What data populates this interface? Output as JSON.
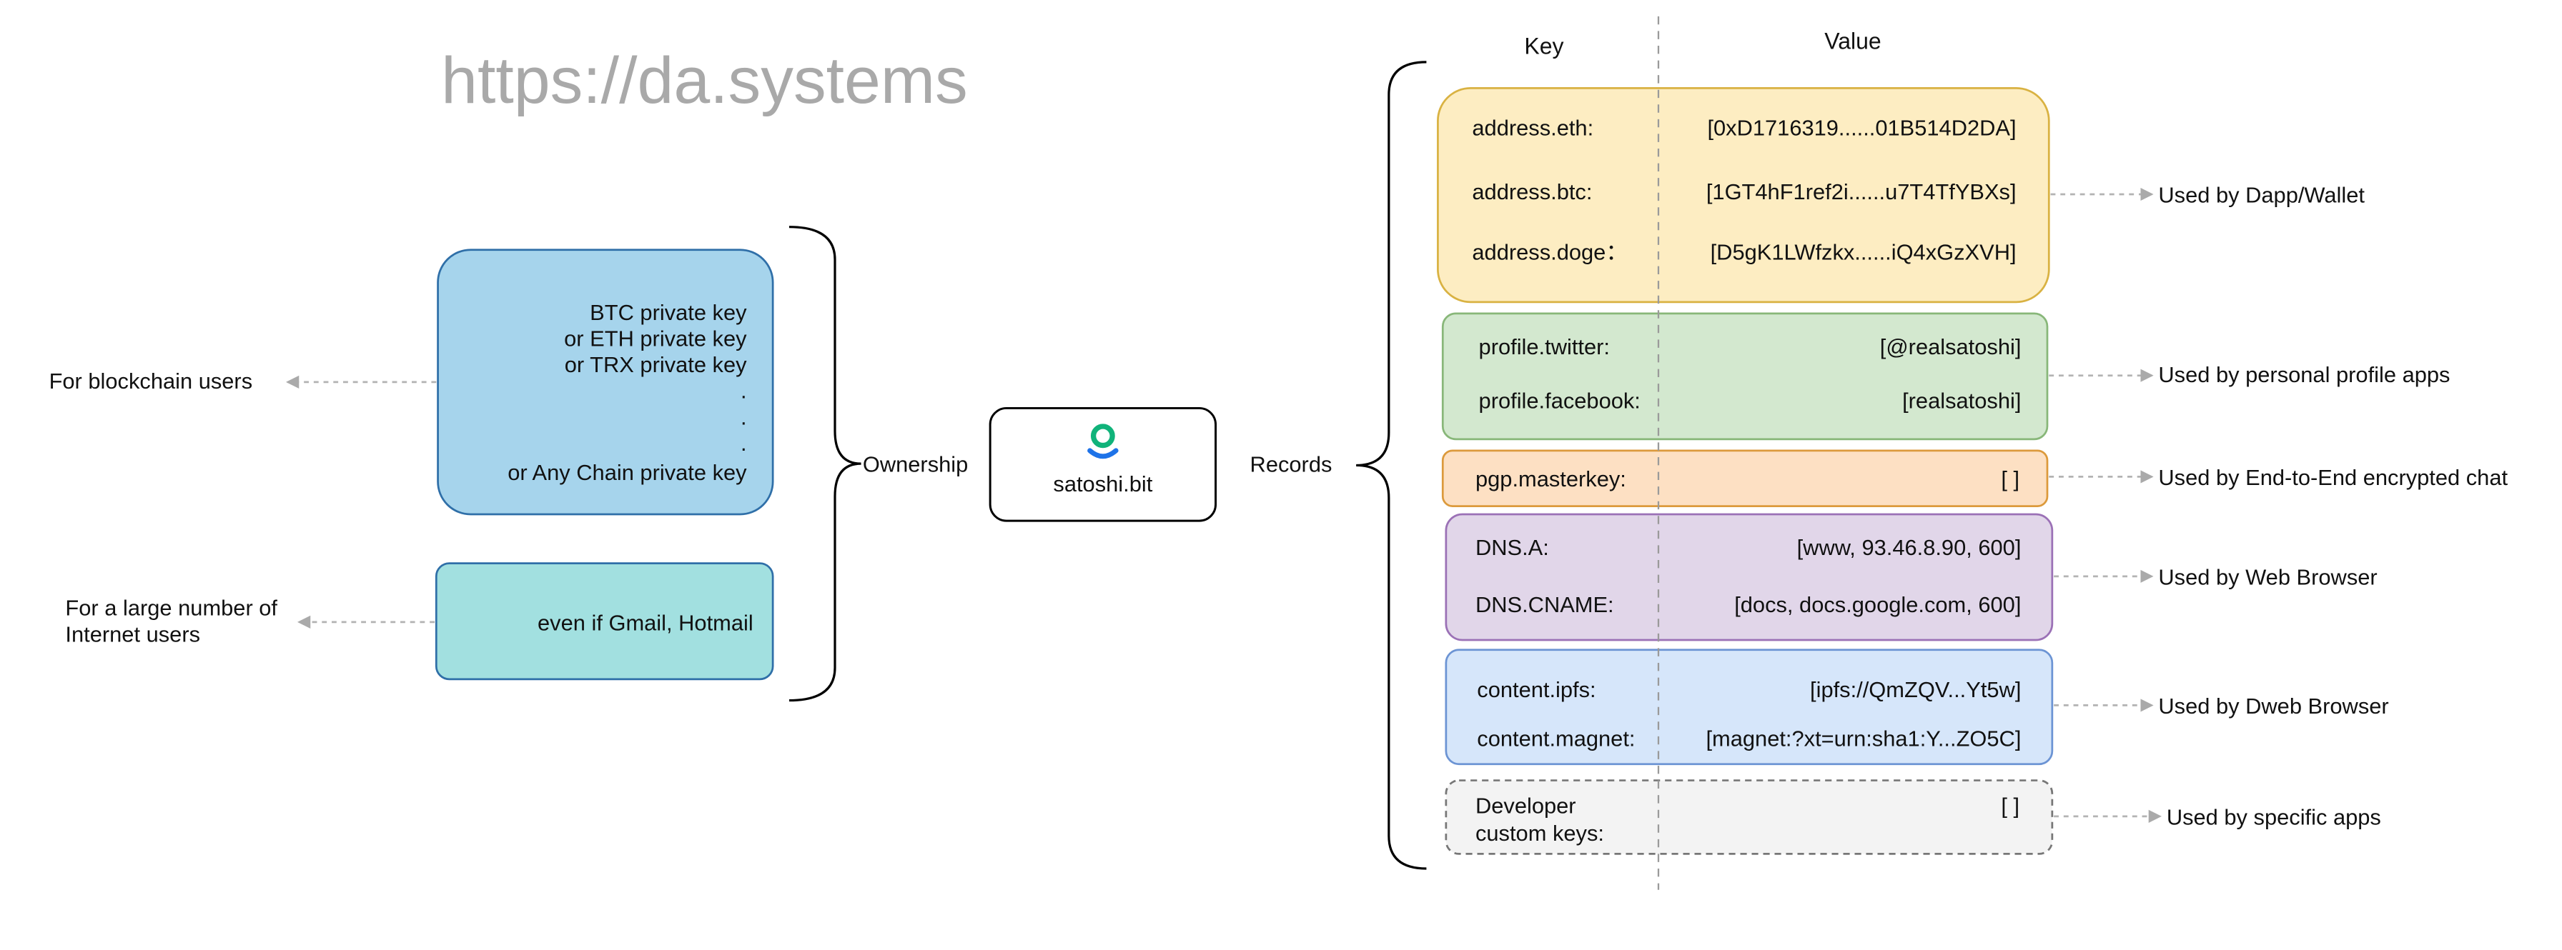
{
  "header": {
    "url": "https://da.systems"
  },
  "center": {
    "domain": "satoshi.bit",
    "logo_color": "#10b37a",
    "logo_accent": "#1e73e8"
  },
  "ownership": {
    "label": "Ownership",
    "key_box": {
      "lines": [
        "BTC private key",
        "or ETH private key",
        "or TRX private key",
        ".",
        ".",
        ".",
        "or Any Chain private key"
      ],
      "note": "For blockchain users",
      "color": "#a6d4ec"
    },
    "email_box": {
      "text": "even if Gmail, Hotmail",
      "note_lines": [
        "For a large number of",
        "Internet users"
      ],
      "color": "#a2e0e0"
    }
  },
  "records": {
    "label": "Records",
    "key_header": "Key",
    "value_header": "Value",
    "groups": [
      {
        "color": "#fdedc2",
        "border": "#d9b242",
        "usage": "Used by Dapp/Wallet",
        "rows": [
          {
            "key": "address.eth:",
            "value": "[0xD1716319......01B514D2DA]"
          },
          {
            "key": "address.btc:",
            "value": "[1GT4hF1ref2i......u7T4TfYBXs]"
          },
          {
            "key": "address.doge：",
            "value": "[D5gK1LWfzkx......iQ4xGzXVH]"
          }
        ]
      },
      {
        "color": "#d3e8cf",
        "border": "#88b779",
        "usage": "Used by personal profile apps",
        "rows": [
          {
            "key": "profile.twitter:",
            "value": "[@realsatoshi]"
          },
          {
            "key": "profile.facebook:",
            "value": "[realsatoshi]"
          }
        ]
      },
      {
        "color": "#fde0c3",
        "border": "#dc9a3c",
        "usage": "Used by End-to-End encrypted chat",
        "rows": [
          {
            "key": "pgp.masterkey:",
            "value": "[ ]"
          }
        ]
      },
      {
        "color": "#e1d6e9",
        "border": "#9b71b6",
        "usage": "Used by Web Browser",
        "rows": [
          {
            "key": "DNS.A:",
            "value": "[www, 93.46.8.90, 600]"
          },
          {
            "key": "DNS.CNAME:",
            "value": "[docs, docs.google.com, 600]"
          }
        ]
      },
      {
        "color": "#d6e6fa",
        "border": "#6c94d4",
        "usage": "Used by Dweb Browser",
        "rows": [
          {
            "key": "content.ipfs:",
            "value": "[ipfs://QmZQV...Yt5w]"
          },
          {
            "key": "content.magnet:",
            "value": "[magnet:?xt=urn:sha1:Y...ZO5C]"
          }
        ]
      },
      {
        "color": "#f3f3f3",
        "border": "#777777",
        "dashed": true,
        "usage": "Used by specific apps",
        "rows": [
          {
            "key_lines": [
              "Developer",
              "custom keys:"
            ],
            "value": "[ ]"
          }
        ]
      }
    ]
  }
}
